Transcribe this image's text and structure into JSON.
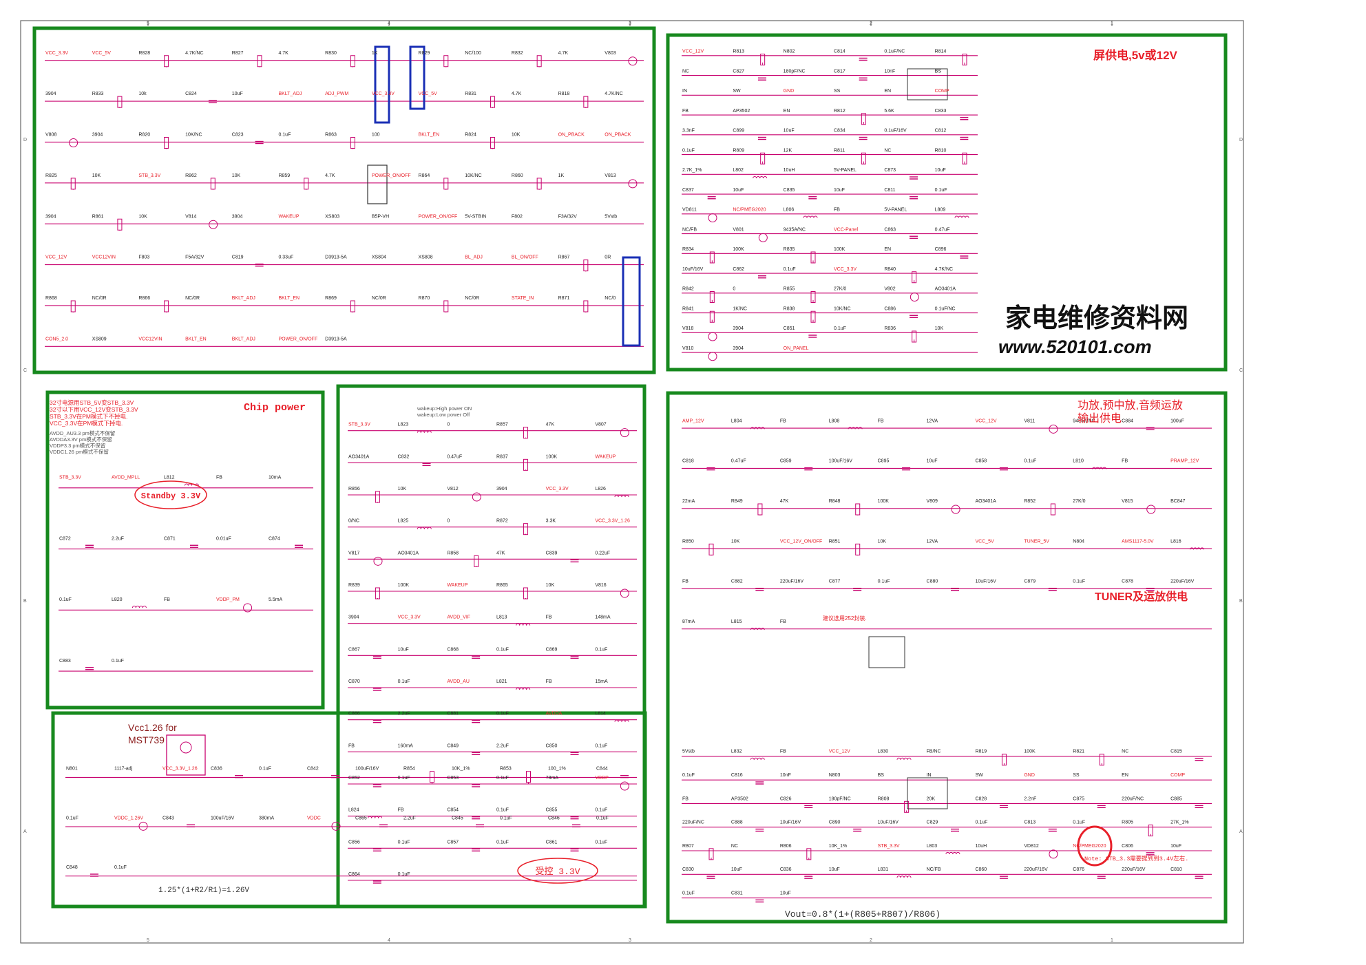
{
  "colors": {
    "wire": "#c8006e",
    "label": "#e8202a",
    "frame": "#17891e",
    "text": "#222222",
    "border": "#555555"
  },
  "border_ticks": {
    "top": [
      "5",
      "4",
      "3",
      "2",
      "1"
    ],
    "side": [
      "D",
      "C",
      "B",
      "A"
    ]
  },
  "blocks": {
    "backlight": {
      "texts": [
        "VCC_3.3V",
        "VCC_5V",
        "R828",
        "4.7K/NC",
        "R827",
        "4.7K",
        "R830",
        "1K",
        "R829",
        "NC/100",
        "R832",
        "4.7K",
        "V803",
        "3904",
        "R833",
        "10k",
        "C824",
        "10uF",
        "BKLT_ADJ",
        "ADJ_PWM",
        "VCC_3.3V",
        "VCC_5V",
        "R831",
        "4.7K",
        "R818",
        "4.7K/NC",
        "V808",
        "3904",
        "R820",
        "10K/NC",
        "C823",
        "0.1uF",
        "R863",
        "100",
        "BKLT_EN",
        "R824",
        "10K",
        "ON_PBACK",
        "ON_PBACK",
        "R825",
        "10K",
        "STB_3.3V",
        "R862",
        "10K",
        "R859",
        "4.7K",
        "POWER_ON/OFF",
        "R864",
        "10K/NC",
        "R860",
        "1K",
        "V813",
        "3904",
        "R861",
        "10K",
        "V814",
        "3904",
        "WAKEUP",
        "XS803",
        "B5P-VH",
        "POWER_ON/OFF",
        "5V-STBIN",
        "F802",
        "F3A/32V",
        "5Vstb",
        "VCC_12V",
        "VCC12VIN",
        "F803",
        "F5A/32V",
        "C819",
        "0.33uF",
        "D3913-5A",
        "XS804",
        "XS808",
        "BL_ADJ",
        "BL_ON/OFF",
        "R867",
        "0R",
        "R868",
        "NC/0R",
        "R866",
        "NC/0R",
        "BKLT_ADJ",
        "BKLT_EN",
        "R869",
        "NC/0R",
        "R870",
        "NC/0R",
        "STATE_IN",
        "R871",
        "NC/0",
        "CON5_2.0",
        "XS809",
        "VCC12VIN",
        "BKLT_EN",
        "BKLT_ADJ",
        "POWER_ON/OFF",
        "D3913-5A"
      ]
    },
    "panel": {
      "title": "屏供电,5v或12V",
      "texts": [
        "VCC_12V",
        "R813",
        "N802",
        "C814",
        "0.1uF/NC",
        "R814",
        "NC",
        "C827",
        "180pF/NC",
        "C817",
        "10nF",
        "BS",
        "IN",
        "SW",
        "GND",
        "SS",
        "EN",
        "COMP",
        "FB",
        "AP3502",
        "EN",
        "R812",
        "5.6K",
        "C833",
        "3.3nF",
        "C899",
        "10uF",
        "C834",
        "0.1uF/16V",
        "C812",
        "0.1uF",
        "R809",
        "12K",
        "R811",
        "NC",
        "R810",
        "2.7K_1%",
        "L802",
        "10uH",
        "5V-PANEL",
        "C873",
        "10uF",
        "C837",
        "10uF",
        "C835",
        "10uF",
        "C811",
        "0.1uF",
        "VD811",
        "NC/PMEG2020",
        "L806",
        "FB",
        "5V-PANEL",
        "L809",
        "NC/FB",
        "V801",
        "9435A/NC",
        "VCC-Panel",
        "C863",
        "0.47uF",
        "R834",
        "100K",
        "R835",
        "100K",
        "EN",
        "C896",
        "10uF/16V",
        "C862",
        "0.1uF",
        "VCC_3.3V",
        "R840",
        "4.7K/NC",
        "R842",
        "0",
        "R855",
        "27K/0",
        "V802",
        "AO3401A",
        "R841",
        "1K/NC",
        "R838",
        "10K/NC",
        "C886",
        "0.1uF/NC",
        "V818",
        "3904",
        "C851",
        "0.1uF",
        "R836",
        "10K",
        "V810",
        "3904",
        "ON_PANEL"
      ],
      "watermark_cn": "家电维修资料网",
      "watermark_url": "www.520101.com"
    },
    "chip_power": {
      "title": "Chip power",
      "notes": [
        "32寸电源用STB_5V变STB_3.3V",
        "32寸以下用VCC_12V变STB_3.3V",
        "STB_3.3V在PM模式下不掉电.",
        "VCC_3.3V在PM模式下掉电."
      ],
      "notes2": [
        "AVDD_AU3.3 pm模式不保留",
        "AVDDA3.3V pm模式不保留",
        "VDDP3.3 pm模式不保留",
        "VDDC1.26 pm模式不保留"
      ],
      "oval": "Standby 3.3V",
      "texts": [
        "STB_3.3V",
        "AVDD_MPLL",
        "L812",
        "FB",
        "10mA",
        "C872",
        "2.2uF",
        "C871",
        "0.01uF",
        "C874",
        "0.1uF",
        "L820",
        "FB",
        "VDDP_PM",
        "5.5mA",
        "C883",
        "0.1uF"
      ]
    },
    "switched": {
      "oval": "受控 3.3V",
      "wake_notes": [
        "wakeup:High   power ON",
        "wakeup:Low    power Off"
      ],
      "texts": [
        "STB_3.3V",
        "L823",
        "0",
        "R857",
        "47K",
        "V807",
        "AO3401A",
        "C832",
        "0.47uF",
        "R837",
        "100K",
        "WAKEUP",
        "R856",
        "10K",
        "V812",
        "3904",
        "VCC_3.3V",
        "L826",
        "0/NC",
        "L825",
        "0",
        "R872",
        "3.3K",
        "VCC_3.3V_1.26",
        "V817",
        "AO3401A",
        "R858",
        "47K",
        "C839",
        "0.22uF",
        "R839",
        "100K",
        "WAKEUP",
        "R865",
        "10K",
        "V816",
        "3904",
        "VCC_3.3V",
        "AVDD_VIF",
        "L813",
        "FB",
        "148mA",
        "C867",
        "10uF",
        "C868",
        "0.1uF",
        "C869",
        "0.1uF",
        "C870",
        "0.1uF",
        "AVDD_AU",
        "L821",
        "FB",
        "15mA",
        "C866",
        "2.2uF",
        "C881",
        "0.1uF",
        "AVDDA",
        "L814",
        "FB",
        "160mA",
        "C849",
        "2.2uF",
        "C850",
        "0.1uF",
        "C852",
        "0.1uF",
        "C853",
        "0.1uF",
        "78mA",
        "VDDP",
        "L824",
        "FB",
        "C854",
        "0.1uF",
        "C855",
        "0.1uF",
        "C856",
        "0.1uF",
        "C857",
        "0.1uF",
        "C861",
        "0.1uF",
        "C864",
        "0.1uF"
      ]
    },
    "vcc126": {
      "title_line1": "Vcc1.26 for",
      "title_line2": "MST739",
      "formula": "1.25*(1+R2/R1)=1.26V",
      "texts": [
        "N801",
        "1117-adj",
        "VCC_3.3V_1.26",
        "C836",
        "0.1uF",
        "C842",
        "100uF/16V",
        "R854",
        "10K_1%",
        "R853",
        "100_1%",
        "C844",
        "0.1uF",
        "VDDC_1.26V",
        "C843",
        "100uF/16V",
        "380mA",
        "VDDC",
        "C865",
        "2.2uF",
        "C845",
        "0.1uF",
        "C846",
        "0.1uF",
        "C848",
        "0.1uF"
      ]
    },
    "audio": {
      "title_line1": "功放,预中放,音频运放",
      "title_line2": "输出供电",
      "tuner_title": "TUNER及运放供电",
      "note_252": "建议选用252封装.",
      "texts": [
        "AMP_12V",
        "L804",
        "FB",
        "L808",
        "FB",
        "12VA",
        "VCC_12V",
        "V811",
        "9435A/NC",
        "C884",
        "100uF",
        "C818",
        "0.47uF",
        "C859",
        "100uF/16V",
        "C895",
        "10uF",
        "C858",
        "0.1uF",
        "L810",
        "FB",
        "PRAMP_12V",
        "22mA",
        "R849",
        "47K",
        "R848",
        "100K",
        "V809",
        "AO3401A",
        "R852",
        "27K/0",
        "V815",
        "BC847",
        "R850",
        "10K",
        "VCC_12V_ON/OFF",
        "R851",
        "10K",
        "12VA",
        "VCC_5V",
        "TUNER_5V",
        "N804",
        "AMS1117-5.0V",
        "L816",
        "FB",
        "C882",
        "220uF/16V",
        "C877",
        "0.1uF",
        "C880",
        "10uF/16V",
        "C879",
        "0.1uF",
        "C878",
        "220uF/16V",
        "87mA",
        "L815",
        "FB"
      ]
    },
    "stb": {
      "formula": "Vout=0.8*(1+(R805+R807)/R806)",
      "note": "Note: STB_3.3需要提到到3.4V左右.",
      "texts": [
        "5Vstb",
        "L832",
        "FB",
        "VCC_12V",
        "L830",
        "FB/NC",
        "R819",
        "100K",
        "R821",
        "NC",
        "C815",
        "0.1uF",
        "C816",
        "10nF",
        "N803",
        "BS",
        "IN",
        "SW",
        "GND",
        "SS",
        "EN",
        "COMP",
        "FB",
        "AP3502",
        "C826",
        "180pF/NC",
        "R808",
        "20K",
        "C828",
        "2.2nF",
        "C875",
        "220uF/NC",
        "C885",
        "220uF/NC",
        "C888",
        "10uF/16V",
        "C890",
        "10uF/16V",
        "C829",
        "0.1uF",
        "C813",
        "0.1uF",
        "R805",
        "27K_1%",
        "R807",
        "NC",
        "R806",
        "10K_1%",
        "STB_3.3V",
        "L803",
        "10uH",
        "VD812",
        "NC/PMEG2020",
        "C806",
        "10uF",
        "C830",
        "10uF",
        "C836",
        "10uF",
        "L831",
        "NC/FB",
        "C860",
        "220uF/16V",
        "C876",
        "220uF/16V",
        "C810",
        "0.1uF",
        "C831",
        "10uF"
      ]
    }
  }
}
